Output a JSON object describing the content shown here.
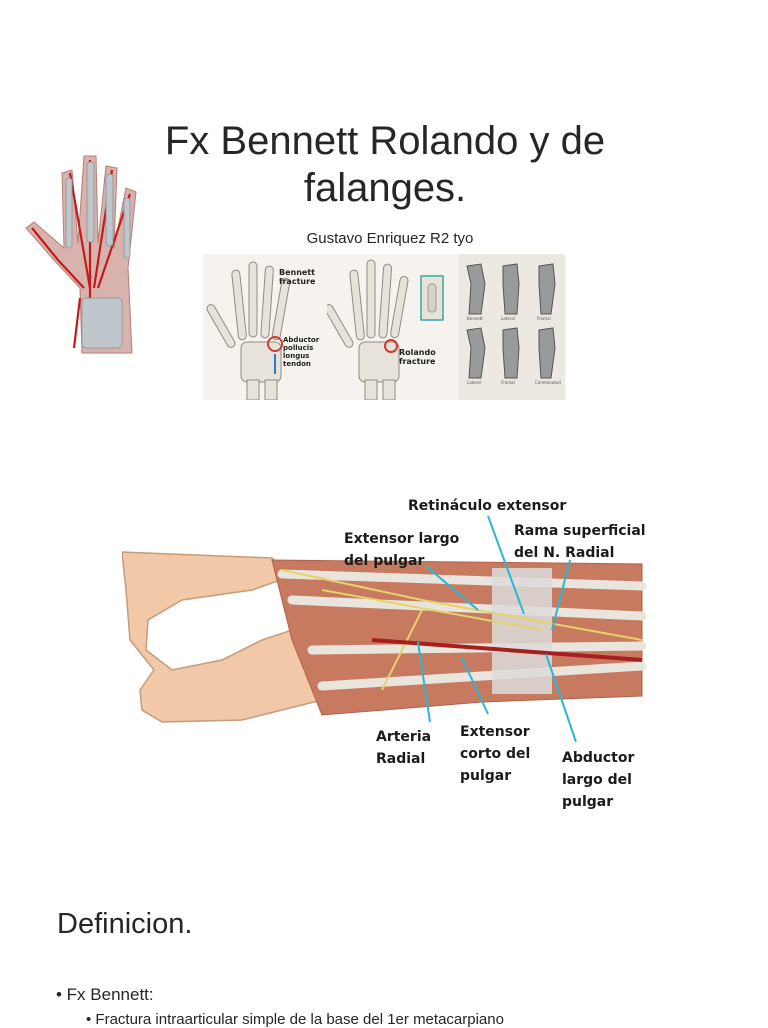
{
  "slide": {
    "title_line1": "Fx Bennett Rolando y de",
    "title_line2": "falanges.",
    "subtitle": "Gustavo Enriquez R2 tyo"
  },
  "xray_figure": {
    "label_bennett_1": "Bennett",
    "label_bennett_2": "fracture",
    "label_abductor_1": "Abductor",
    "label_abductor_2": "pollucis",
    "label_abductor_3": "longus",
    "label_abductor_4": "tendon",
    "label_rolando_1": "Rolando",
    "label_rolando_2": "fracture",
    "xray_tiny": [
      "Bennett",
      "Lateral",
      "Frontal",
      "Lateral",
      "Frontal",
      "Comminuted"
    ]
  },
  "anatomy_figure": {
    "retinaculo": "Retináculo extensor",
    "ext_largo_1": "Extensor largo",
    "ext_largo_2": "del pulgar",
    "rama_1": "Rama superficial",
    "rama_2": "del N. Radial",
    "arteria_1": "Arteria",
    "arteria_2": "Radial",
    "ext_corto_1": "Extensor",
    "ext_corto_2": "corto del",
    "ext_corto_3": "pulgar",
    "abductor_1": "Abductor",
    "abductor_2": "largo del",
    "abductor_3": "pulgar"
  },
  "section": {
    "heading": "Definicion.",
    "bullet_1": "• Fx Bennett:",
    "bullet_2": "• Fractura intraarticular simple de la base del 1er metacarpiano"
  }
}
